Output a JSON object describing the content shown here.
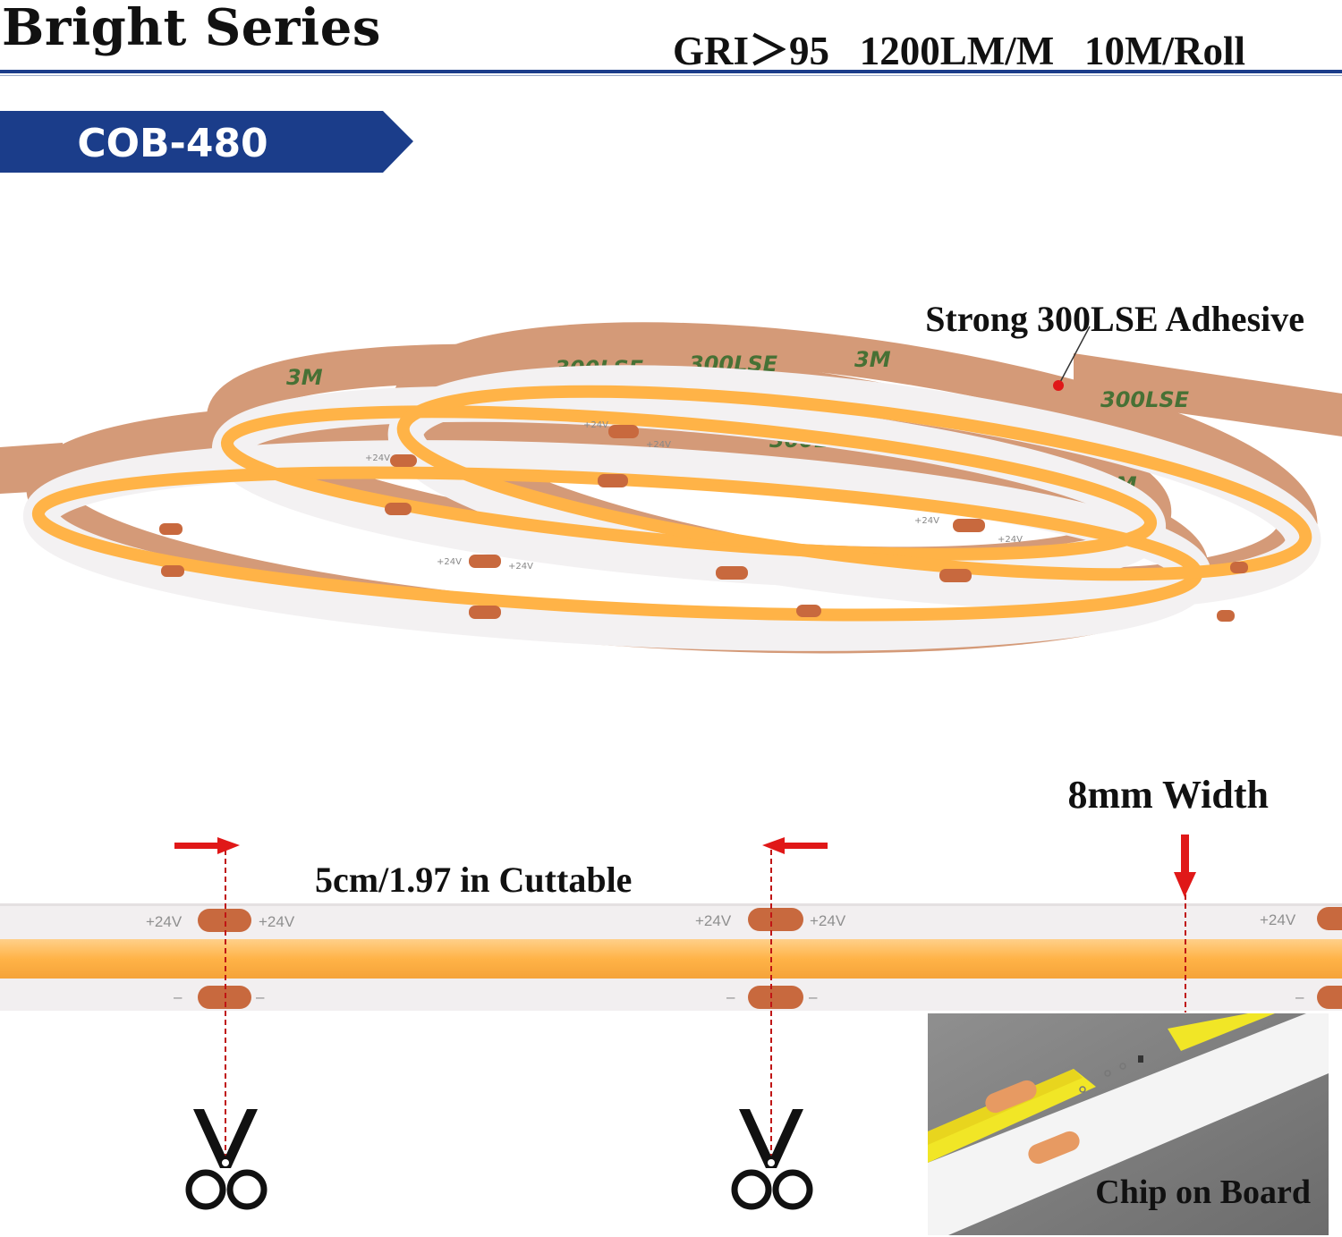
{
  "header": {
    "title": "Bright Series",
    "specs": "GRI＞95   1200LM/M   10M/Roll"
  },
  "badge": {
    "label": "COB-480"
  },
  "reel_section": {
    "adhesive_label": "Strong 300LSE Adhesive",
    "backing_print": [
      "3M",
      "300LSE"
    ],
    "pad_label": "+24V"
  },
  "strip_section": {
    "width_label": "8mm Width",
    "cut_label": "5cm/1.97 in Cuttable",
    "positive_label": "+24V",
    "negative_label": "–"
  },
  "inset": {
    "caption": "Chip on Board"
  },
  "icons": [
    "scissors-icon",
    "red-arrow-right-icon",
    "red-arrow-left-icon",
    "red-arrow-down-icon",
    "red-dot-pointer-icon"
  ],
  "colors": {
    "brand_blue": "#1b3d8a",
    "led_orange": "#ffb347",
    "pad_copper": "#c8693e",
    "backing_tan": "#d49a78",
    "marker_red": "#e01818"
  }
}
